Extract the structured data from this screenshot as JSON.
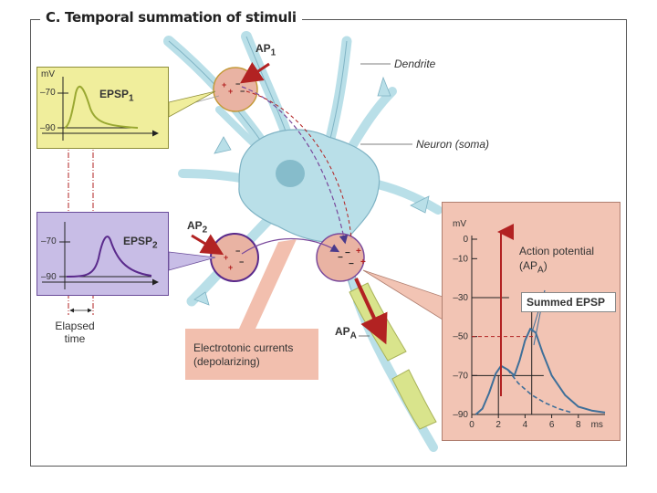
{
  "title": "C. Temporal summation of stimuli",
  "labels": {
    "ap1_main": "AP",
    "ap1_sub": "1",
    "ap2_main": "AP",
    "ap2_sub": "2",
    "apa_main": "AP",
    "apa_sub": "A",
    "dendrite": "Dendrite",
    "neuron": "Neuron (soma)",
    "elapsed_line1": "Elapsed",
    "elapsed_line2": "time",
    "electrotonic_line1": "Electrotonic currents",
    "electrotonic_line2": "(depolarizing)"
  },
  "epsp1_panel": {
    "unit": "mV",
    "label_main": "EPSP",
    "label_sub": "1",
    "ticks": [
      "–70",
      "–90"
    ]
  },
  "epsp2_panel": {
    "label_main": "EPSP",
    "label_sub": "2",
    "ticks": [
      "–70",
      "–90"
    ]
  },
  "summation_panel": {
    "unit": "mV",
    "action_potential_line1": "Action potential",
    "action_potential_line2": "(AP",
    "action_potential_sub": "A",
    "action_potential_close": ")",
    "summed_epsp": "Summed EPSP",
    "x_unit": "ms"
  },
  "chart_data": {
    "type": "line",
    "xlabel": "ms",
    "ylabel": "mV",
    "xlim": [
      0,
      10
    ],
    "ylim": [
      -90,
      0
    ],
    "x_ticks": [
      "0",
      "2",
      "4",
      "6",
      "8"
    ],
    "y_ticks": [
      "0",
      "–10",
      "–30",
      "–50",
      "–70",
      "–90"
    ],
    "y_tick_values": [
      0,
      -10,
      -30,
      -50,
      -70,
      -90
    ],
    "x_tick_values": [
      0,
      2,
      4,
      6,
      8
    ],
    "threshold": -50,
    "series": [
      {
        "name": "Summed EPSP",
        "x": [
          0.3,
          0.8,
          1.3,
          1.8,
          2.2,
          2.7,
          3.2,
          3.6,
          4.0,
          4.4,
          4.8,
          5.3,
          6.0,
          7.0,
          8.0,
          9.0,
          10.0
        ],
        "y": [
          -90,
          -87,
          -79,
          -69,
          -65,
          -67,
          -70,
          -62,
          -52,
          -46,
          -48,
          -58,
          -70,
          -80,
          -86,
          -88,
          -89
        ]
      },
      {
        "x": [
          2.7,
          3.5,
          4.5,
          5.5,
          6.5,
          7.5
        ],
        "y": [
          -67,
          -74,
          -80,
          -84,
          -87,
          -89
        ]
      }
    ]
  },
  "colors": {
    "epsp1_bg": "#f0ee9c",
    "epsp2_bg": "#c8bde6",
    "summ_bg": "#f2c4b4",
    "electro_bg": "#f2bfae",
    "neuron": "#b9dfe8",
    "neuron_edge": "#7fb3c4",
    "axon_myelin": "#d9e48c",
    "synapse": "#e9b3a3",
    "ap_red": "#b22222",
    "curve_blue": "#3e6f99",
    "epsp1_curve": "#9aa832",
    "epsp2_curve": "#5a2a8c"
  }
}
